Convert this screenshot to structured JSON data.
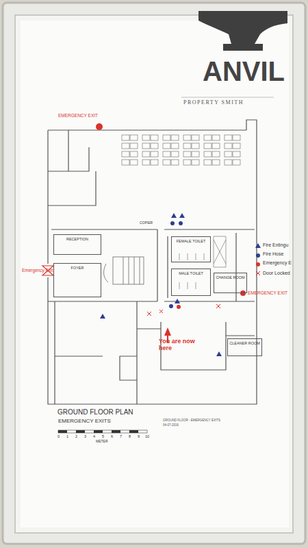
{
  "diagram": {
    "title": "GROUND FLOOR PLAN",
    "nodes": [
      {
        "text": [
          "RECEPTION"
        ]
      },
      {
        "text": [
          "FOYER"
        ]
      },
      {
        "text": [
          "FEMALE TOILET"
        ]
      },
      {
        "text": [
          "MALE TOILET"
        ]
      },
      {
        "text": [
          "CHANGE ROOM"
        ]
      },
      {
        "text": [
          "CLEANER ROOM"
        ]
      }
    ],
    "labels": [
      "ANVIL",
      "PROPERTY SMITH",
      "EMERGENCY EXIT",
      "COPIER",
      "Emergency Exit",
      "EMERGENCY EXIT",
      "You are now here",
      "EMERGENCY EXITS",
      "0",
      "1",
      "2",
      "3",
      "4",
      "5",
      "6",
      "7",
      "8",
      "9",
      "10",
      "METER",
      "GROUND FLOOR - EMERGENCY EXITS",
      "04-07-2016"
    ],
    "legend": [
      {
        "text": "Fire Extingu"
      },
      {
        "text": "Fire Hose"
      },
      {
        "text": "Emergency E"
      },
      {
        "text": "Door Locked"
      }
    ]
  }
}
